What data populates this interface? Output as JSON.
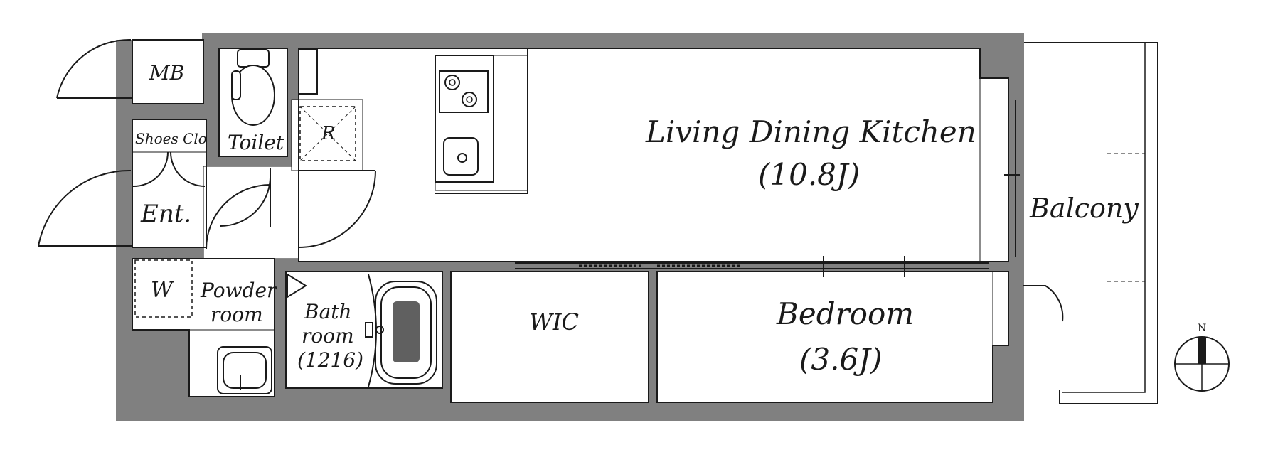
{
  "rooms": {
    "ldk": {
      "name": "Living Dining Kitchen",
      "size": "(10.8J)"
    },
    "bedroom": {
      "name": "Bedroom",
      "size": "(3.6J)"
    },
    "bath": {
      "line1": "Bath",
      "line2": "room",
      "line3": "(1216)"
    },
    "powder": {
      "line1": "Powder",
      "line2": "room"
    },
    "toilet": "Toilet",
    "wic": "WIC",
    "mb": "MB",
    "shoes": "Shoes Clo",
    "entrance": "Ent.",
    "balcony": "Balcony",
    "fridge": "R",
    "washer": "W"
  },
  "compass": {
    "north": "N"
  },
  "colors": {
    "wall": "#808080",
    "line": "#1a1a1a",
    "background": "#ffffff"
  }
}
